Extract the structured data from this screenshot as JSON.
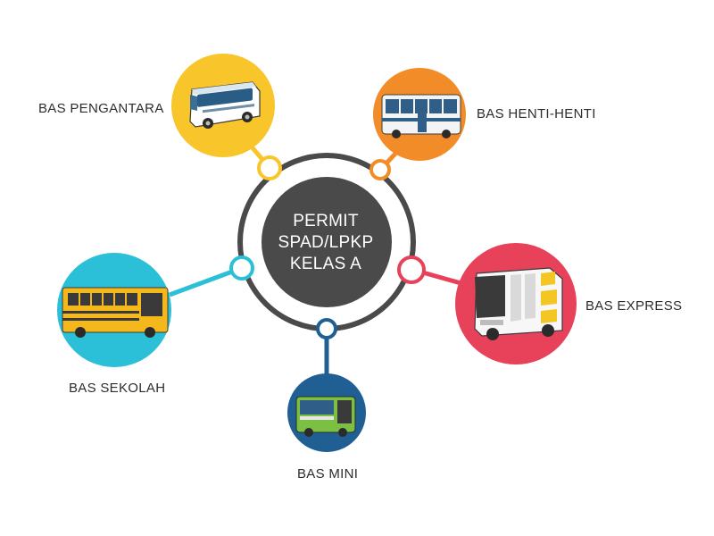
{
  "center": {
    "lines": [
      "PERMIT",
      "SPAD/LPKP",
      "KELAS A"
    ]
  },
  "categories": [
    {
      "label": "BAS PENGANTARA",
      "color": "#f8c52a",
      "icon": "coach-bus-icon"
    },
    {
      "label": "BAS HENTI-HENTI",
      "color": "#f28c28",
      "icon": "city-bus-icon"
    },
    {
      "label": "BAS EXPRESS",
      "color": "#e8415a",
      "icon": "express-coach-icon"
    },
    {
      "label": "BAS MINI",
      "color": "#1f5f94",
      "icon": "mini-bus-icon"
    },
    {
      "label": "BAS SEKOLAH",
      "color": "#2bc0d8",
      "icon": "school-bus-icon"
    }
  ],
  "colors": {
    "hub_fill": "#4a4a4a",
    "hub_ring": "#4a4a4a",
    "label_text": "#2d2d2d"
  }
}
